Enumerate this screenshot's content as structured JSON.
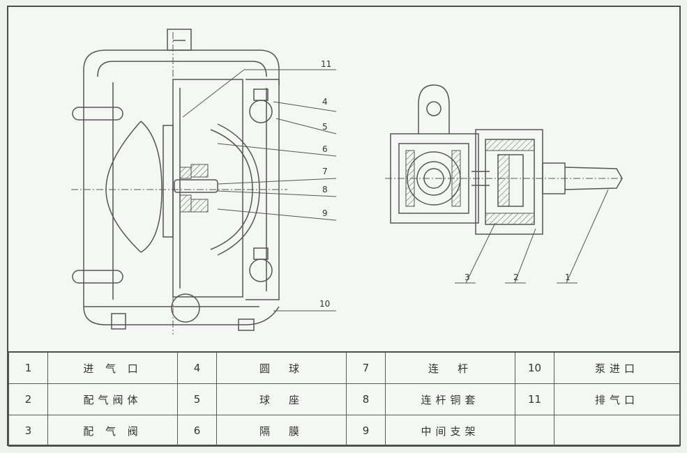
{
  "callouts_left": [
    "11",
    "4",
    "5",
    "6",
    "7",
    "8",
    "9",
    "10"
  ],
  "callouts_right": [
    "3",
    "2",
    "1"
  ],
  "parts_table": {
    "rows": [
      [
        {
          "n": "1",
          "name": "进 气 口"
        },
        {
          "n": "4",
          "name": "圆　球"
        },
        {
          "n": "7",
          "name": "连　杆"
        },
        {
          "n": "10",
          "name": "泵进口"
        }
      ],
      [
        {
          "n": "2",
          "name": "配气阀体"
        },
        {
          "n": "5",
          "name": "球　座"
        },
        {
          "n": "8",
          "name": "连杆铜套"
        },
        {
          "n": "11",
          "name": "排气口"
        }
      ],
      [
        {
          "n": "3",
          "name": "配 气 阀"
        },
        {
          "n": "6",
          "name": "隔　膜"
        },
        {
          "n": "9",
          "name": "中间支架"
        },
        {
          "n": "",
          "name": ""
        }
      ]
    ]
  }
}
